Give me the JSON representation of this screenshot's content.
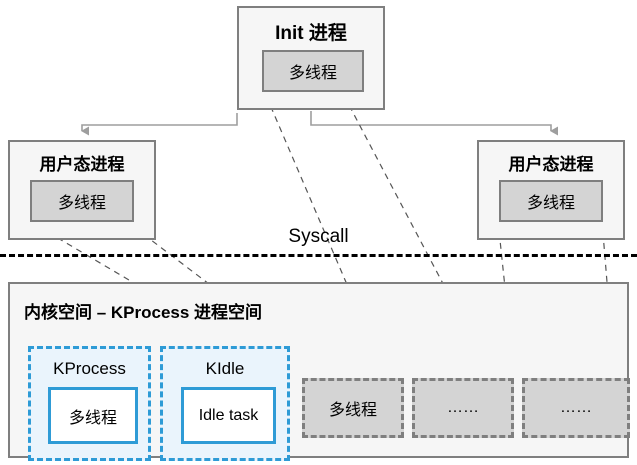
{
  "diagram": {
    "title_text": "",
    "colors": {
      "box_border": "#7f7f7f",
      "box_fill": "#f6f6f6",
      "thread_fill": "#d4d4d4",
      "kernel_blue": "#2e9bd6",
      "kernel_blue_fill": "#eaf4fc",
      "divider": "#000000",
      "connector": "#a6a6a6"
    },
    "init": {
      "title": "Init 进程",
      "thread_label": "多线程"
    },
    "user_processes": [
      {
        "title": "用户态进程",
        "thread_label": "多线程"
      },
      {
        "title": "用户态进程",
        "thread_label": "多线程"
      }
    ],
    "syscall": {
      "label": "Syscall"
    },
    "kernel": {
      "title": "内核空间 – KProcess 进程空间",
      "kprocesses": [
        {
          "title": "KProcess",
          "inner_label": "多线程"
        },
        {
          "title": "KIdle",
          "inner_label": "Idle task"
        }
      ],
      "kernel_threads": [
        {
          "label": "多线程"
        },
        {
          "label": "……"
        },
        {
          "label": "……"
        }
      ]
    }
  }
}
